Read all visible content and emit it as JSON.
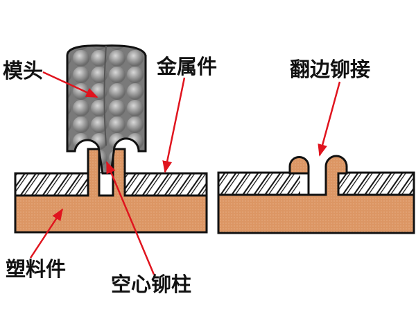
{
  "labels": {
    "die_head": "模头",
    "metal_part": "金属件",
    "flange_riveting": "翻边铆接",
    "plastic_part": "塑料件",
    "hollow_rivet_post": "空心铆柱"
  },
  "colors": {
    "plastic": "#dc9664",
    "die": "#8a8a8a",
    "arrow": "#e0141e",
    "outline": "#111111"
  }
}
